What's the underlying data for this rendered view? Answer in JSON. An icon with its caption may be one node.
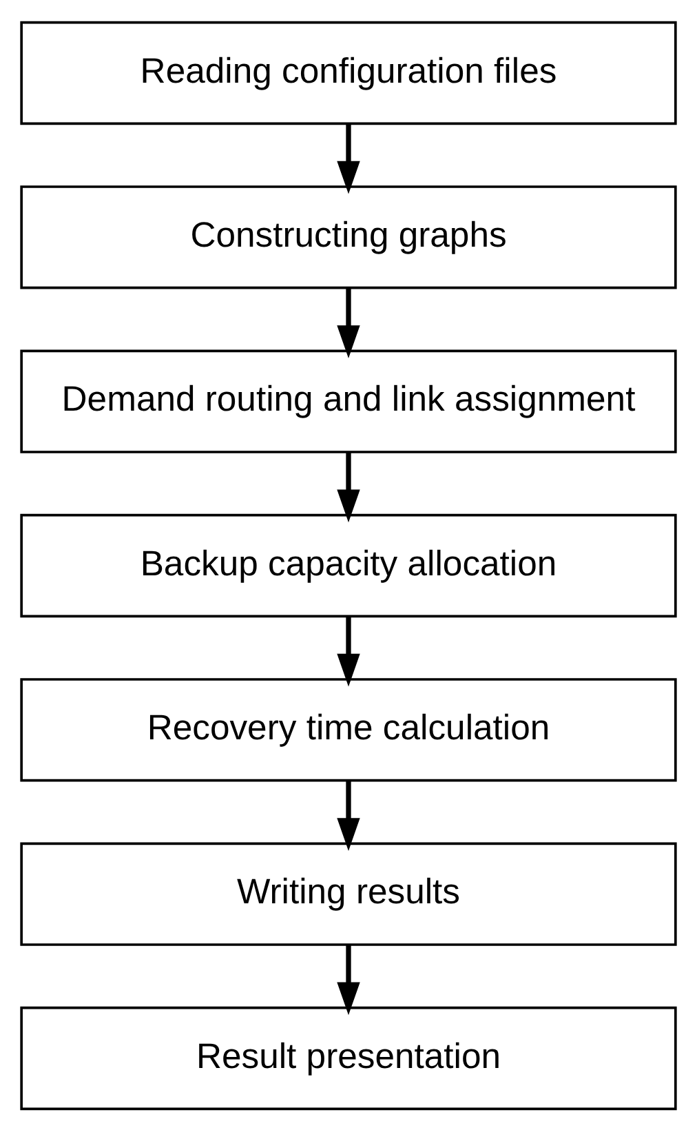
{
  "diagram": {
    "nodes": [
      {
        "text": [
          "Reading configuration files"
        ]
      },
      {
        "text": [
          "Constructing graphs"
        ]
      },
      {
        "text": [
          "Demand routing and link assignment"
        ]
      },
      {
        "text": [
          "Backup capacity allocation"
        ]
      },
      {
        "text": [
          "Recovery time calculation"
        ]
      },
      {
        "text": [
          "Writing results"
        ]
      },
      {
        "text": [
          "Result presentation"
        ]
      }
    ],
    "edges": [
      {
        "from": 0,
        "to": 1,
        "arrow": "to"
      },
      {
        "from": 1,
        "to": 2,
        "arrow": "to"
      },
      {
        "from": 2,
        "to": 3,
        "arrow": "to"
      },
      {
        "from": 3,
        "to": 4,
        "arrow": "to"
      },
      {
        "from": 4,
        "to": 5,
        "arrow": "to"
      },
      {
        "from": 5,
        "to": 6,
        "arrow": "to"
      }
    ]
  }
}
